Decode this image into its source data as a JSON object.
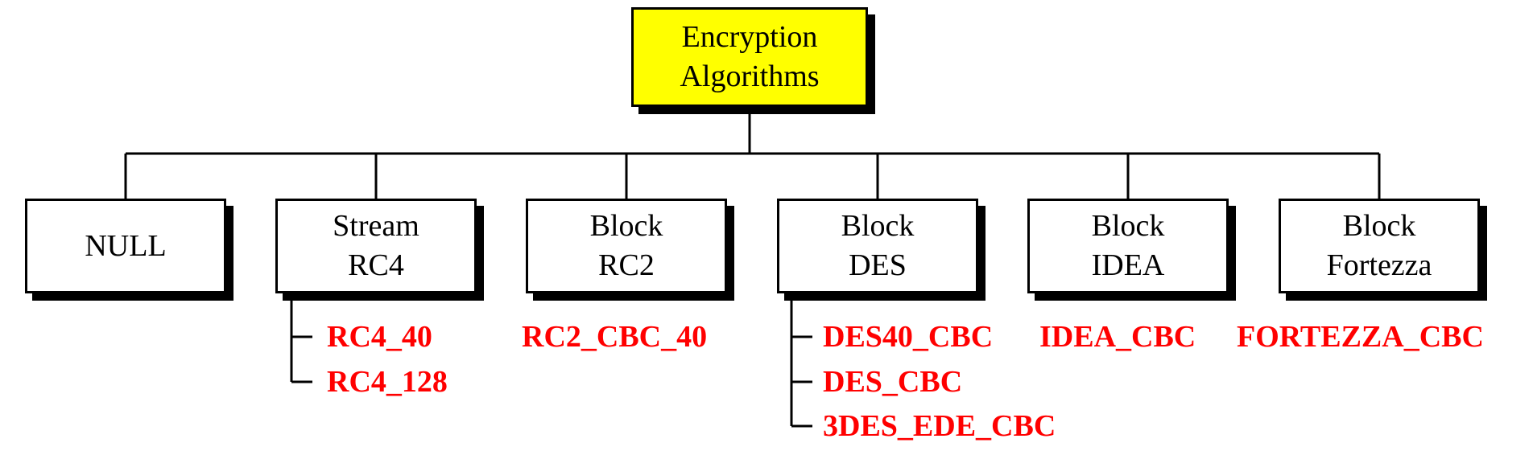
{
  "root": {
    "line1": "Encryption",
    "line2": "Algorithms",
    "fill_color": "#ffff00"
  },
  "categories": [
    {
      "line1": "NULL",
      "line2": ""
    },
    {
      "line1": "Stream",
      "line2": "RC4"
    },
    {
      "line1": "Block",
      "line2": "RC2"
    },
    {
      "line1": "Block",
      "line2": "DES"
    },
    {
      "line1": "Block",
      "line2": "IDEA"
    },
    {
      "line1": "Block",
      "line2": "Fortezza"
    }
  ],
  "ciphers": {
    "rc4": [
      "RC4_40",
      "RC4_128"
    ],
    "rc2": [
      "RC2_CBC_40"
    ],
    "des": [
      "DES40_CBC",
      "DES_CBC",
      "3DES_EDE_CBC"
    ],
    "idea": [
      "IDEA_CBC"
    ],
    "fortezza": [
      "FORTEZZA_CBC"
    ]
  },
  "cipher_color": "#ff0000"
}
